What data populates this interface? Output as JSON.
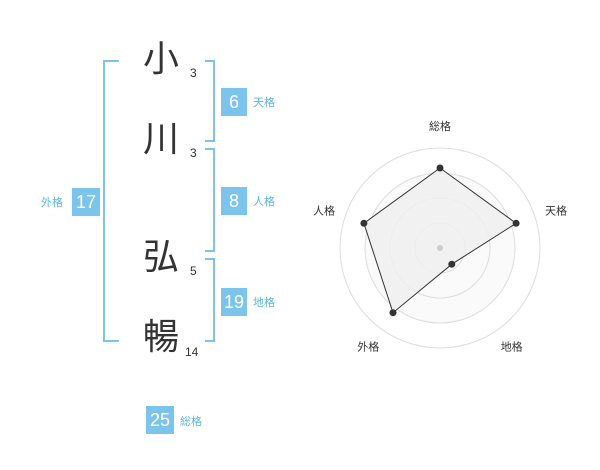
{
  "name_chars": [
    {
      "char": "小",
      "strokes": "3"
    },
    {
      "char": "川",
      "strokes": "3"
    },
    {
      "char": "弘",
      "strokes": "5"
    },
    {
      "char": "暢",
      "strokes": "14"
    }
  ],
  "scores": {
    "tenkaku": {
      "value": "6",
      "label": "天格"
    },
    "jinkaku": {
      "value": "8",
      "label": "人格"
    },
    "chikaku": {
      "value": "19",
      "label": "地格"
    },
    "gaikaku": {
      "value": "17",
      "label": "外格"
    },
    "soukaku": {
      "value": "25",
      "label": "総格"
    }
  },
  "colors": {
    "accent": "#7cc4ec",
    "accent_text": "#5db4e6",
    "radar_fill": "#efefef",
    "radar_line": "#333333"
  },
  "chart_data": {
    "type": "radar",
    "axes": [
      "総格",
      "天格",
      "地格",
      "外格",
      "人格"
    ],
    "values": [
      4,
      4,
      1,
      4,
      4
    ],
    "scale_max": 5,
    "rings": 4
  }
}
